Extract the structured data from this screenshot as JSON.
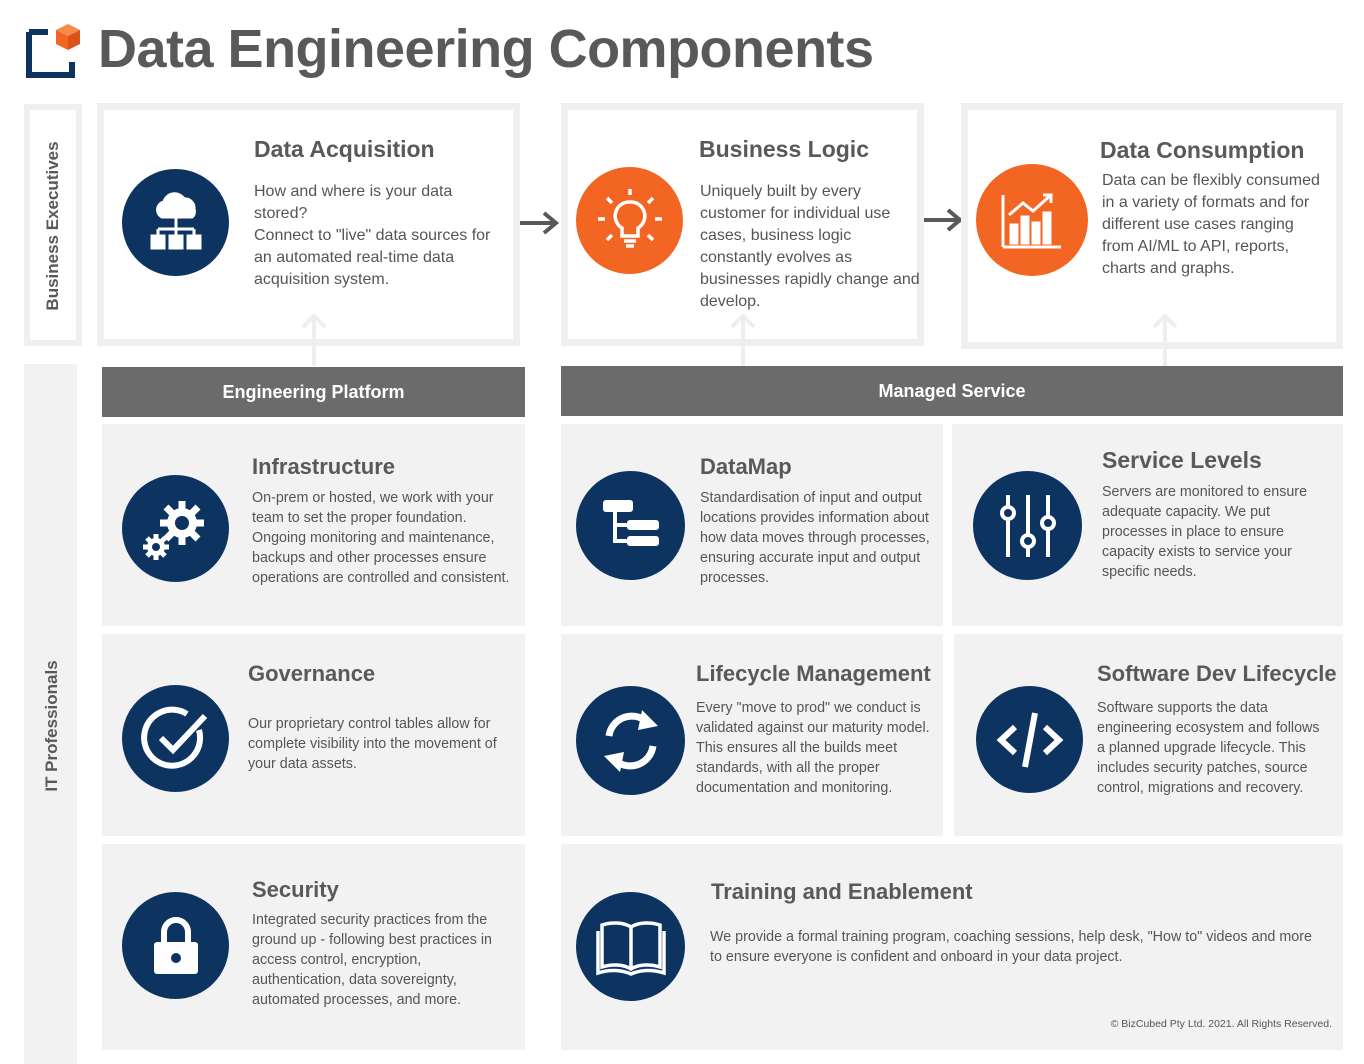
{
  "header": {
    "title": "Data Engineering Components"
  },
  "sides": {
    "business": "Business Executives",
    "it": "IT Professionals"
  },
  "top": {
    "acquisition": {
      "title": "Data Acquisition",
      "text": "How and where is your data stored?\nConnect to \"live\" data sources for an automated real-time data acquisition system."
    },
    "logic": {
      "title": "Business Logic",
      "text": "Uniquely built by every customer for individual use cases, business logic constantly evolves as businesses rapidly change and develop."
    },
    "consumption": {
      "title": "Data Consumption",
      "text": "Data can be flexibly consumed in a variety of formats and for different use cases ranging from AI/ML to API, reports, charts and graphs."
    }
  },
  "bars": {
    "platform": "Engineering Platform",
    "managed": "Managed Service"
  },
  "cards": {
    "infrastructure": {
      "title": "Infrastructure",
      "text": "On-prem or hosted, we work with your team to set the proper foundation. Ongoing monitoring and maintenance, backups and other processes ensure operations are controlled and consistent."
    },
    "datamap": {
      "title": "DataMap",
      "text": "Standardisation of input and output locations provides information about how data moves through processes, ensuring accurate input and output processes."
    },
    "service": {
      "title": "Service Levels",
      "text": "Servers are monitored to ensure adequate capacity. We put processes in place to ensure capacity exists to service your specific needs."
    },
    "governance": {
      "title": "Governance",
      "text": "Our proprietary control tables allow for complete visibility into the movement of your data assets."
    },
    "lifecycle": {
      "title": "Lifecycle Management",
      "text": "Every \"move to prod\" we conduct is validated against our maturity model. This ensures all the builds meet standards, with all the proper documentation and monitoring."
    },
    "sdlc": {
      "title": "Software Dev Lifecycle",
      "text": "Software supports the data engineering ecosystem and follows a planned upgrade lifecycle. This includes security patches, source control, migrations and recovery."
    },
    "security": {
      "title": "Security",
      "text": "Integrated security practices from the ground up - following best practices in access control, encryption, authentication, data sovereignty, automated processes, and more."
    },
    "training": {
      "title": "Training and Enablement",
      "text": "We provide a formal training program, coaching sessions, help desk, \"How to\" videos and more to ensure everyone is confident and onboard in your data project."
    }
  },
  "footer": {
    "copyright": "© BizCubed Pty Ltd. 2021. All Rights Reserved."
  },
  "icons": [
    "cloud-network-icon",
    "lightbulb-icon",
    "chart-icon",
    "gears-icon",
    "datamap-icon",
    "sliders-icon",
    "check-icon",
    "refresh-icon",
    "code-icon",
    "lock-icon",
    "book-icon"
  ],
  "colors": {
    "navy": "#0d3461",
    "orange": "#f26522",
    "bar": "#6b6b6b",
    "card": "#f2f2f2"
  }
}
